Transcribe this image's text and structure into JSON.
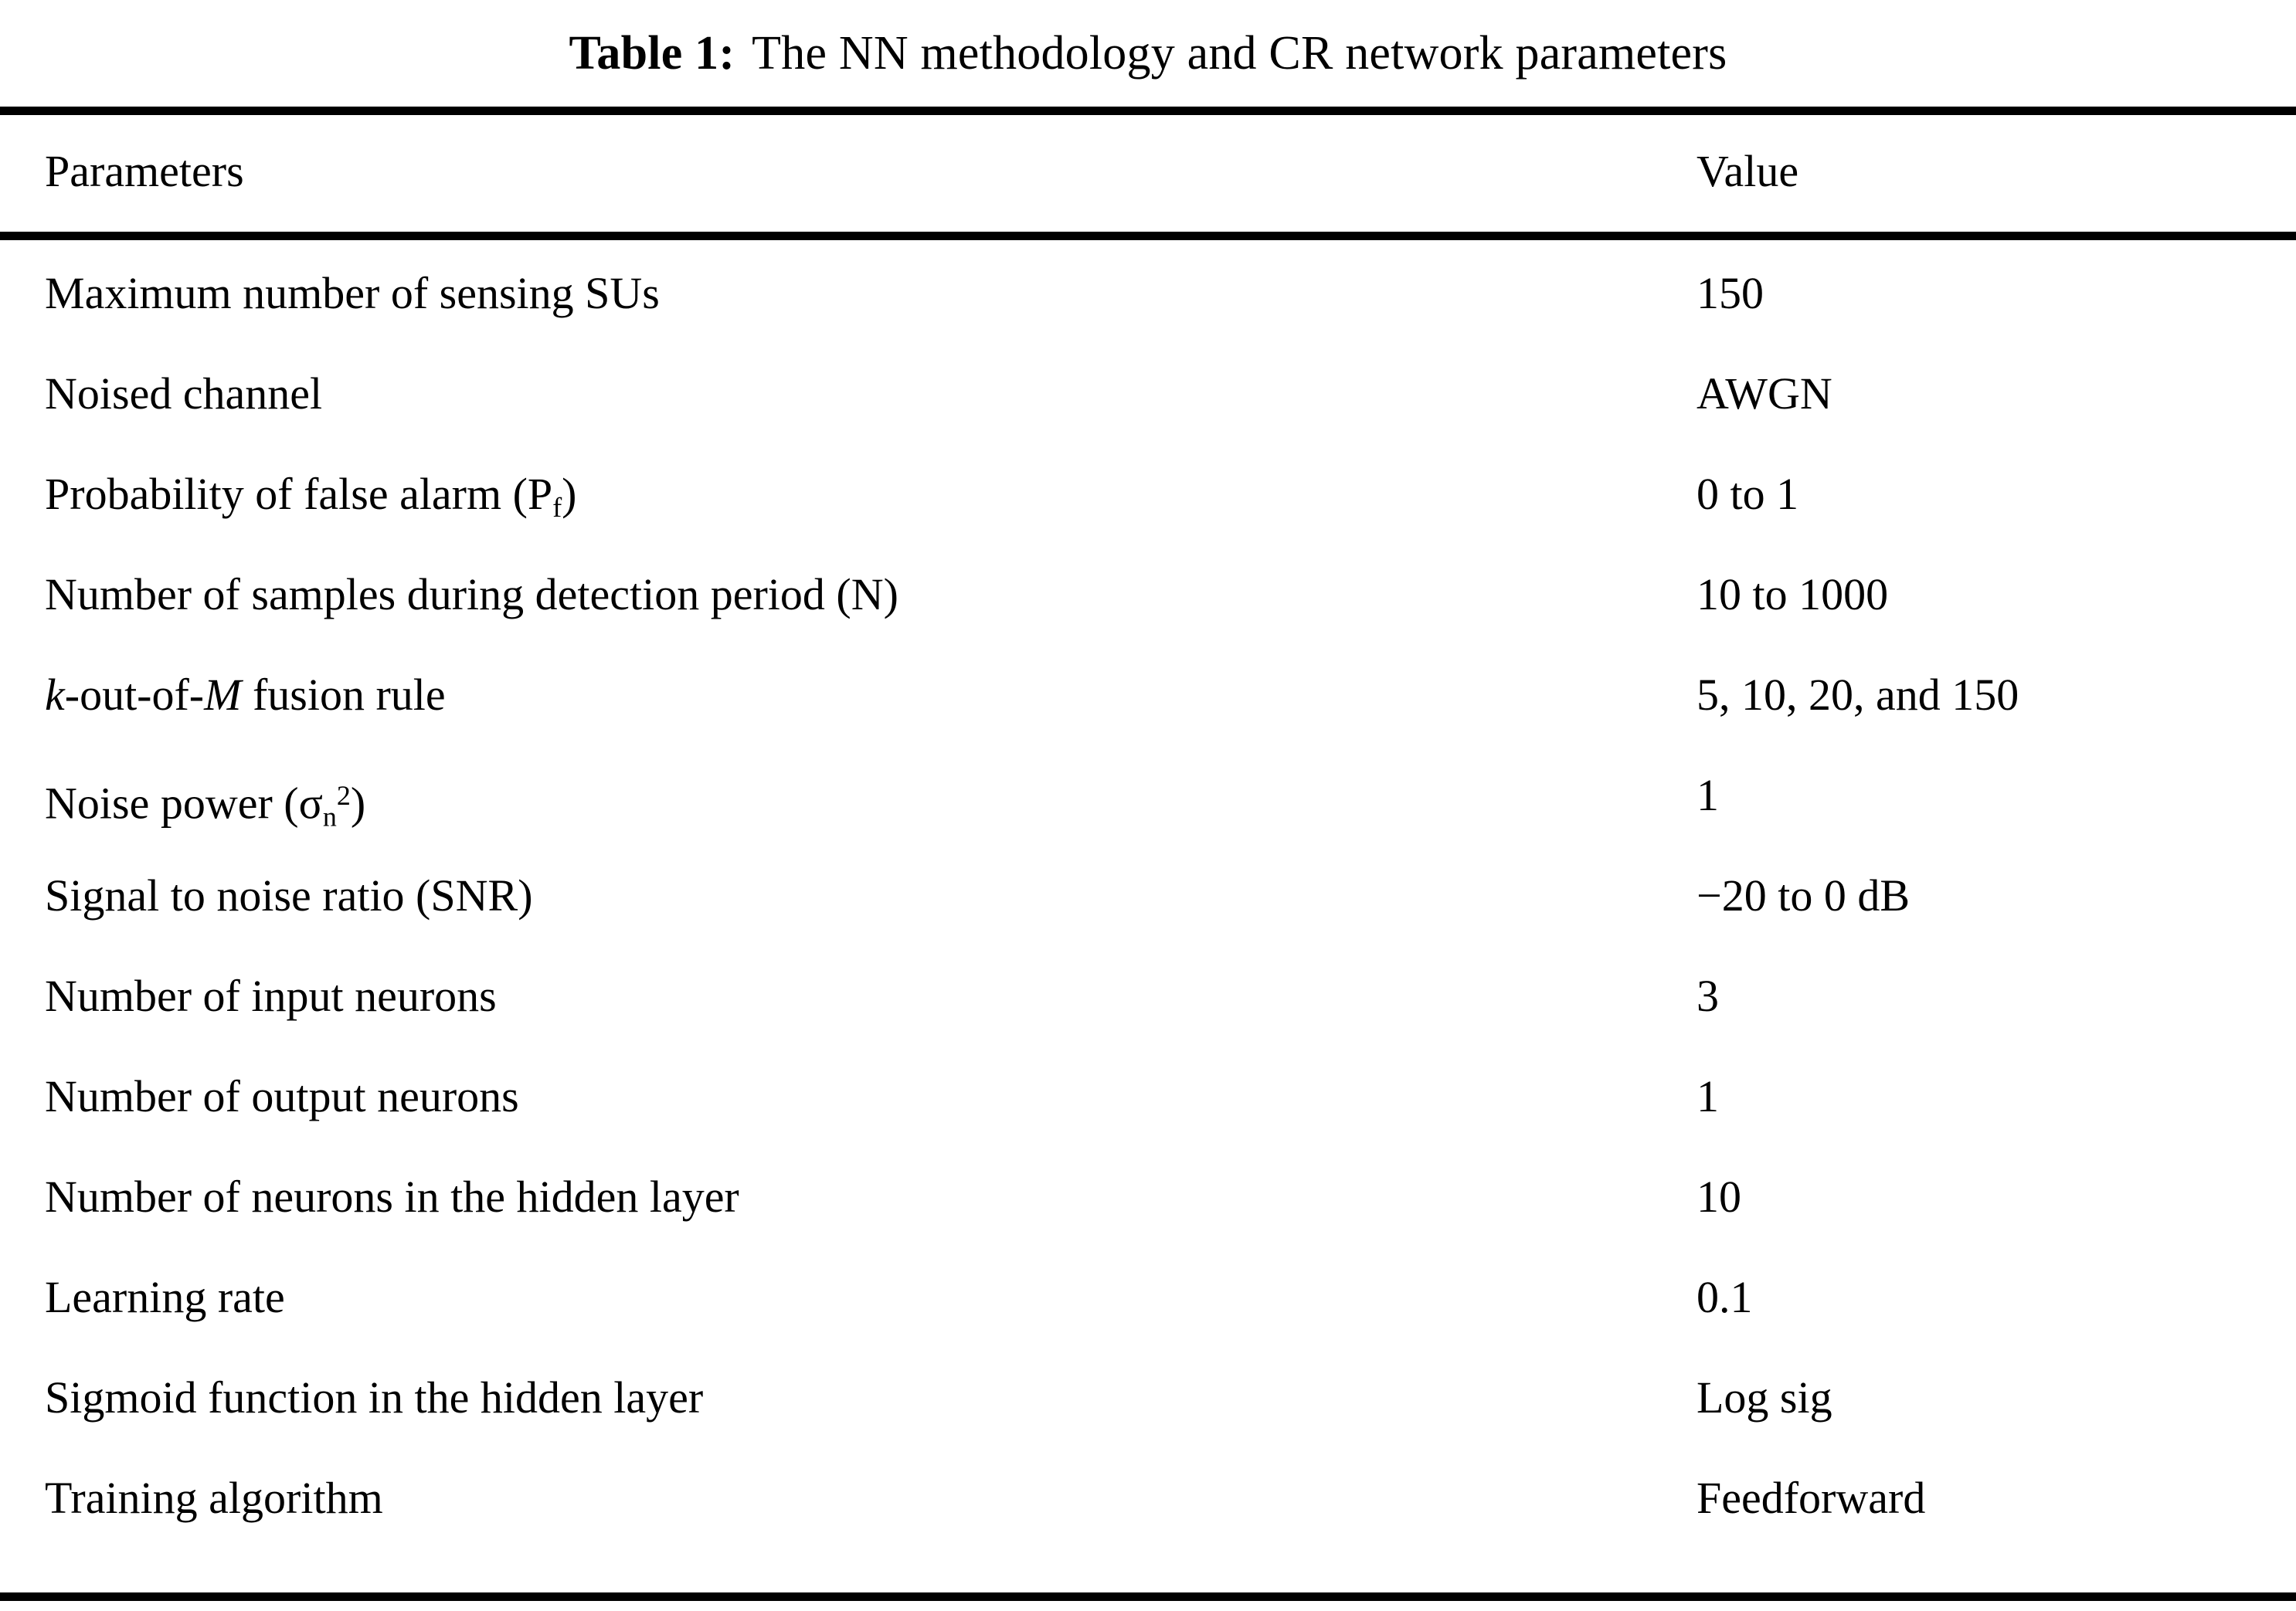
{
  "caption": {
    "label": "Table 1:",
    "text": "The NN methodology and CR network parameters"
  },
  "columns": {
    "parameters_header": "Parameters",
    "value_header": "Value"
  },
  "rows": [
    {
      "parameter": "Maximum number of sensing SUs",
      "value": "150"
    },
    {
      "parameter": "Noised channel",
      "value": "AWGN"
    },
    {
      "parameter": "Probability of false alarm (Pf)",
      "value": "0 to 1"
    },
    {
      "parameter": "Number of samples during detection period (N)",
      "value": "10 to 1000"
    },
    {
      "parameter": "k-out-of-M fusion rule",
      "value": "5, 10, 20, and 150"
    },
    {
      "parameter": "Noise power (σn2)",
      "value": "1"
    },
    {
      "parameter": "Signal to noise ratio (SNR)",
      "value": "−20 to 0 dB"
    },
    {
      "parameter": "Number of input neurons",
      "value": "3"
    },
    {
      "parameter": "Number of output neurons",
      "value": "1"
    },
    {
      "parameter": "Number of neurons in the hidden layer",
      "value": "10"
    },
    {
      "parameter": "Learning rate",
      "value": "0.1"
    },
    {
      "parameter": "Sigmoid function in the hidden layer",
      "value": "Log sig"
    },
    {
      "parameter": "Training algorithm",
      "value": "Feedforward"
    }
  ],
  "row_parts": {
    "r3": {
      "pre": "Probability of false alarm (P",
      "sub": "f",
      "post": ")"
    },
    "r5": {
      "k": "k",
      "mid": "-out-of-",
      "m": "M",
      "post": " fusion rule"
    },
    "r6": {
      "pre": "Noise power (",
      "sigma": "σ",
      "sub": "n",
      "sup": "2",
      "post": ")"
    }
  },
  "colors": {
    "ink": "#000000",
    "paper": "#ffffff"
  }
}
